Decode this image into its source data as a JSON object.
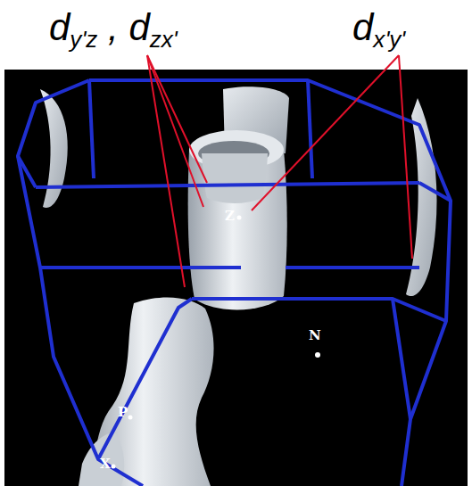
{
  "diagram": {
    "labels": [
      "dy'z , dzx'",
      "dx'y'",
      "Z",
      "P",
      "X",
      "N"
    ]
  }
}
